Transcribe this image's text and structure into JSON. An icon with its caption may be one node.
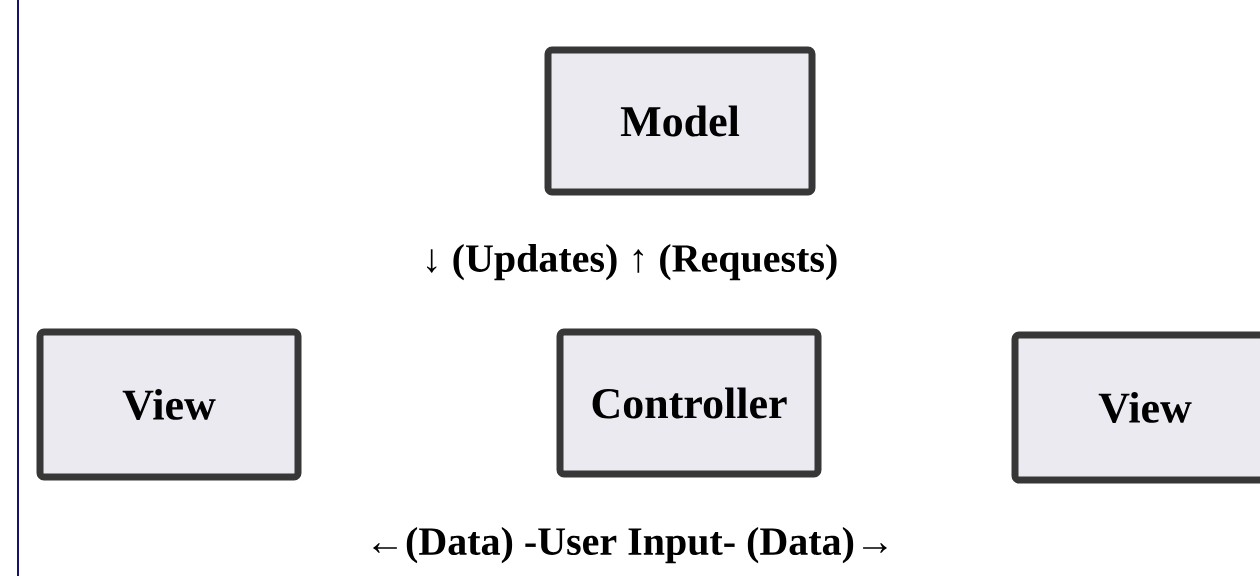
{
  "diagram": {
    "nodes": [
      {
        "text": [
          "Model"
        ]
      },
      {
        "text": [
          "View"
        ]
      },
      {
        "text": [
          "Controller"
        ]
      },
      {
        "text": [
          "View"
        ]
      }
    ],
    "labels": [
      "↓ (Updates) ↑ (Requests)",
      "←(Data) -User Input- (Data)→"
    ]
  }
}
